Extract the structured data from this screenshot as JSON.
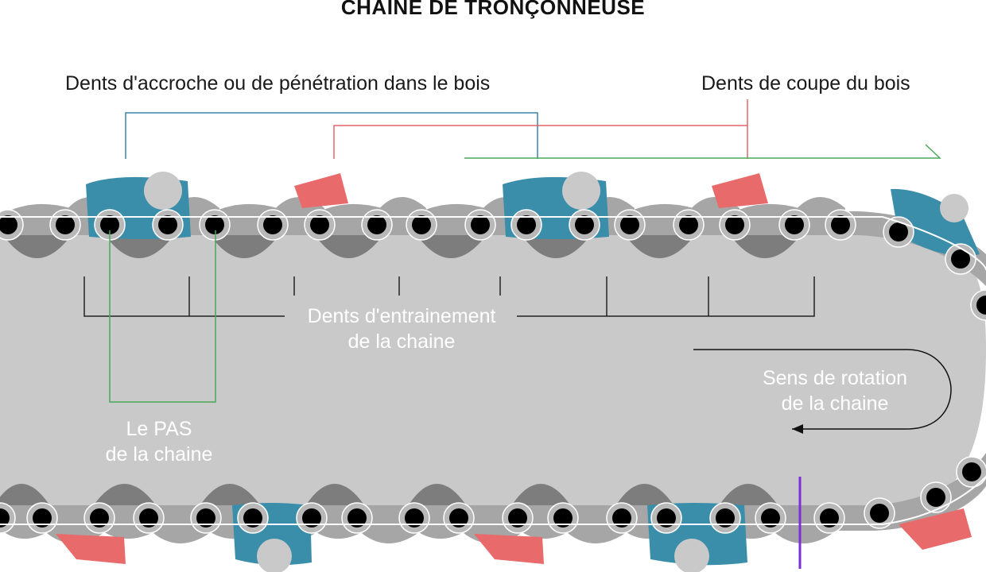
{
  "title": "CHAINE DE TRONÇONNEUSE",
  "labels": {
    "penetration_teeth": "Dents d'accroche ou de pénétration dans le bois",
    "cutting_teeth": "Dents de coupe du bois",
    "drive_links_line1": "Dents d'entrainement",
    "drive_links_line2": "de la chaine",
    "pitch_line1": "Le PAS",
    "pitch_line2": "de la chaine",
    "rotation_line1": "Sens de rotation",
    "rotation_line2": "de la chaine"
  },
  "colors": {
    "bar": "#c9c9c9",
    "chain_link": "#a6a6a6",
    "chain_link_dark": "#7d7d7d",
    "rivet_ring": "#b8b8b8",
    "rivet_hole": "#000000",
    "penetration_tooth": "#3b8eaa",
    "cutting_tooth": "#e86a6a",
    "leader_blue": "#3a86a8",
    "leader_red": "#e0666a",
    "leader_green": "#4aa85a",
    "bracket": "#222222",
    "marker_purple": "#7b2fd6"
  }
}
